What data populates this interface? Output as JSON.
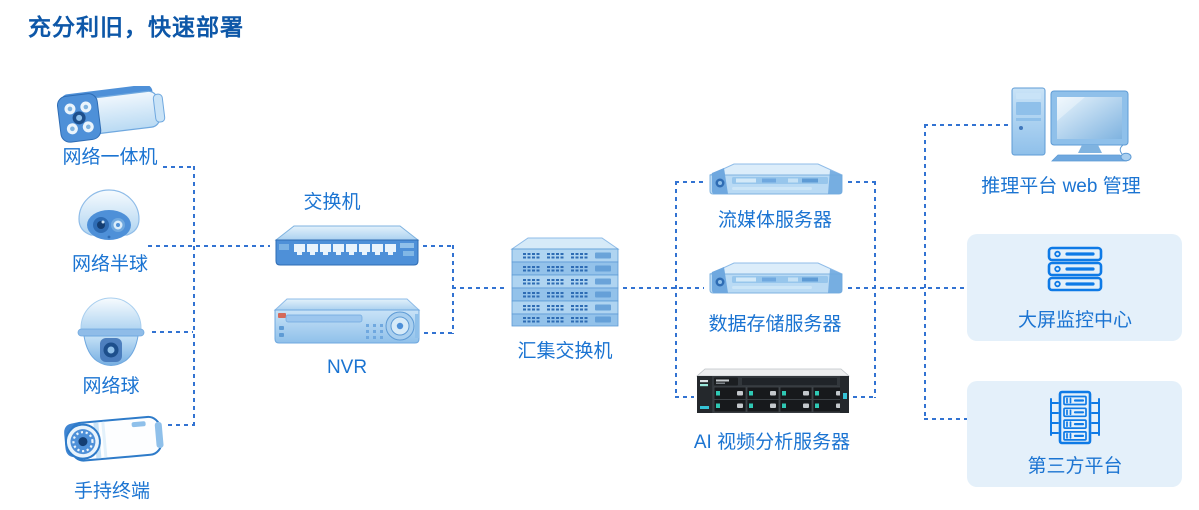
{
  "title": "充分利旧，快速部署",
  "labels": {
    "bullet_camera": "网络一体机",
    "dome_camera": "网络半球",
    "ball_camera": "网络球",
    "handheld_terminal": "手持终端",
    "access_switch": "交换机",
    "nvr": "NVR",
    "aggregation_switch": "汇集交换机",
    "streaming_server": "流媒体服务器",
    "storage_server": "数据存储服务器",
    "ai_server": "AI 视频分析服务器",
    "inference_web": "推理平台 web 管理",
    "big_screen_center": "大屏监控中心",
    "third_party_platform": "第三方平台"
  },
  "colors": {
    "title": "#0D57A8",
    "label": "#1B74D2",
    "line": "#3273D2",
    "panel_bg": "#E4F0FA",
    "icon_accent": "#0E7AE6"
  }
}
